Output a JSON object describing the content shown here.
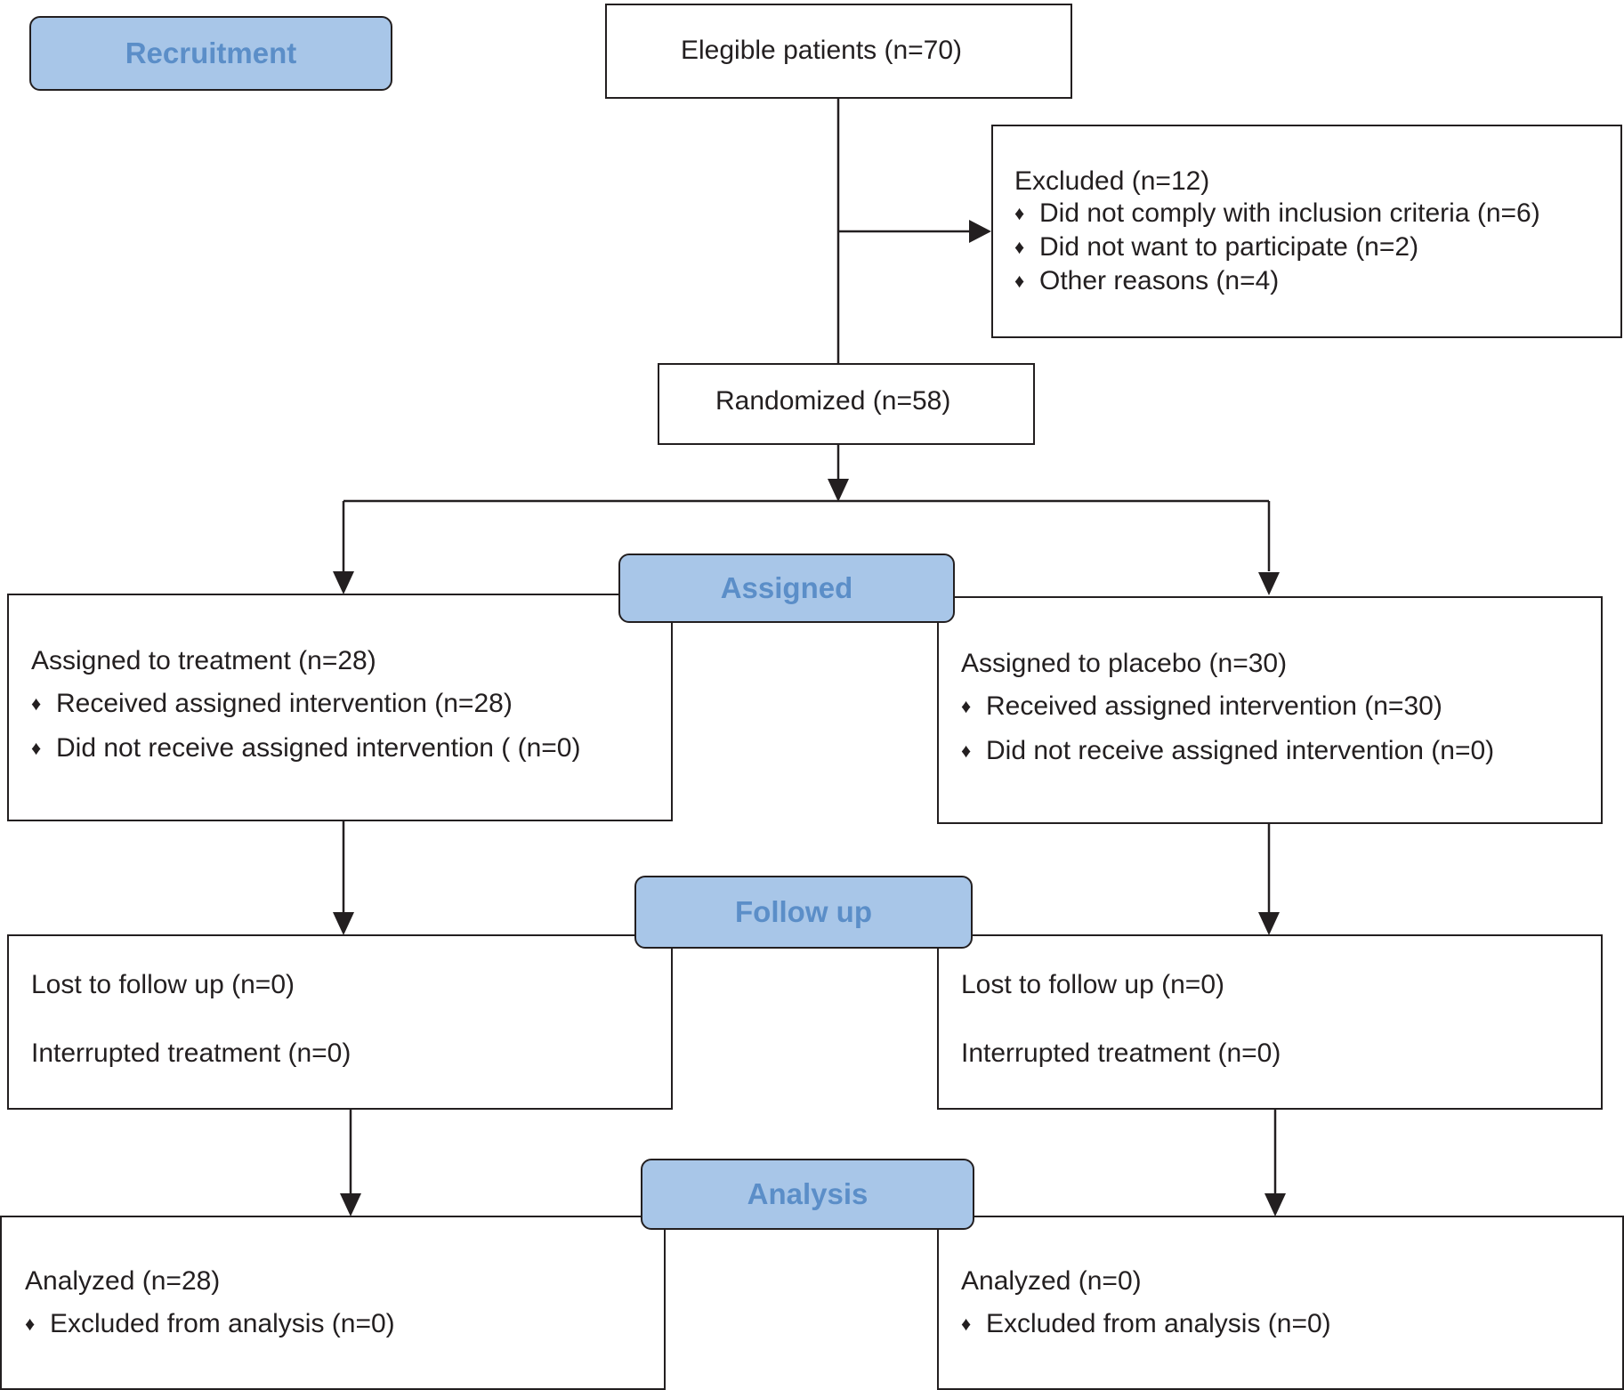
{
  "stages": {
    "recruitment": "Recruitment",
    "assigned": "Assigned",
    "follow_up": "Follow up",
    "analysis": "Analysis"
  },
  "enrollment": {
    "eligible": "Elegible patients (n=70)",
    "excluded": {
      "title": "Excluded (n=12)",
      "reasons": [
        "Did not comply with inclusion criteria (n=6)",
        "Did not want to participate (n=2)",
        "Other reasons (n=4)"
      ]
    },
    "randomized": "Randomized (n=58)"
  },
  "arms": {
    "treatment": {
      "allocation": {
        "title": "Assigned to treatment (n=28)",
        "items": [
          "Received assigned intervention (n=28)",
          "Did not receive assigned intervention ( (n=0)"
        ]
      },
      "follow_up": {
        "lost": "Lost to follow up (n=0)",
        "interrupted": "Interrupted treatment (n=0)"
      },
      "analysis": {
        "title": "Analyzed  (n=28)",
        "items": [
          "Excluded from analysis (n=0)"
        ]
      }
    },
    "placebo": {
      "allocation": {
        "title": "Assigned to placebo (n=30)",
        "items": [
          "Received assigned intervention (n=30)",
          "Did not receive assigned intervention (n=0)"
        ]
      },
      "follow_up": {
        "lost": "Lost to follow up (n=0)",
        "interrupted": "Interrupted treatment (n=0)"
      },
      "analysis": {
        "title": "Analyzed (n=0)",
        "items": [
          "Excluded from analysis (n=0)"
        ]
      }
    }
  },
  "bullet_glyph": "♦",
  "colors": {
    "stage_fill": "#a8c6e8",
    "stage_text": "#5b8ec8",
    "line": "#231f20"
  }
}
